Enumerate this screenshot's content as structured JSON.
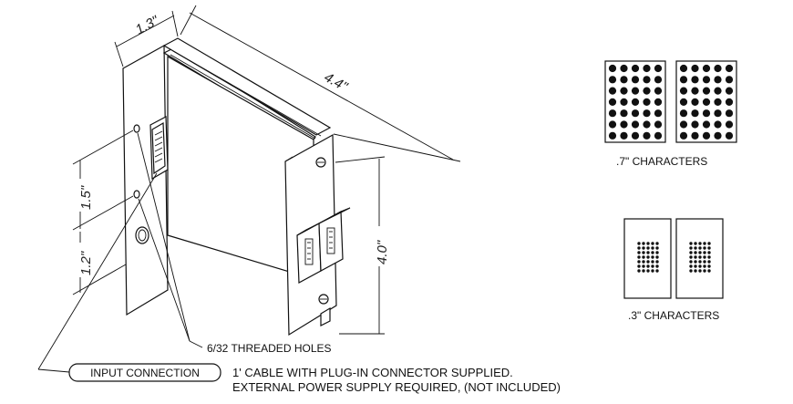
{
  "dimensions": {
    "width_label": "1.3\"",
    "depth_label": "4.4\"",
    "height_label": "4.0\"",
    "hole_spacing_label": "1.5\"",
    "hole_offset_label": "1.2\""
  },
  "callouts": {
    "threaded_holes": "6/32 THREADED HOLES",
    "input_connection": "INPUT CONNECTION",
    "cable_note": "1' CABLE WITH PLUG-IN CONNECTOR SUPPLIED.",
    "power_note": "EXTERNAL POWER SUPPLY REQUIRED, (NOT INCLUDED)"
  },
  "character_samples": [
    {
      "caption": ".7\" CHARACTERS",
      "dot_grid": {
        "columns": 5,
        "rows": 7
      },
      "panel_count": 2
    },
    {
      "caption": ".3\" CHARACTERS",
      "dot_grid": {
        "columns": 5,
        "rows": 7
      },
      "panel_count": 2
    }
  ]
}
